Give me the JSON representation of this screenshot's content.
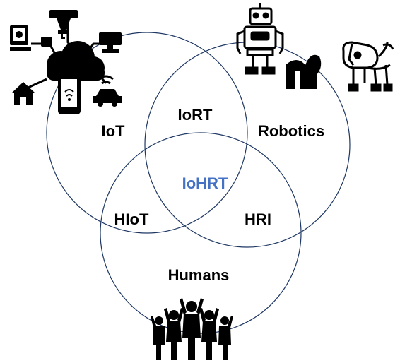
{
  "diagram": {
    "sets": [
      {
        "id": "iot",
        "label": "IoT"
      },
      {
        "id": "robotics",
        "label": "Robotics"
      },
      {
        "id": "humans",
        "label": "Humans"
      }
    ],
    "intersections": {
      "iot_robotics": "IoRT",
      "iot_humans": "HIoT",
      "robotics_humans": "HRI",
      "all": "IoHRT"
    },
    "colors": {
      "circle_stroke": "#1f3864",
      "center_label": "#4472c4",
      "label": "#000000",
      "icon": "#000000"
    },
    "icons": {
      "iot": "iot-network-icon",
      "robotics": [
        "robot-icon",
        "flexed-arm-icon",
        "robot-dog-icon"
      ],
      "humans": "cheering-crowd-icon"
    }
  }
}
